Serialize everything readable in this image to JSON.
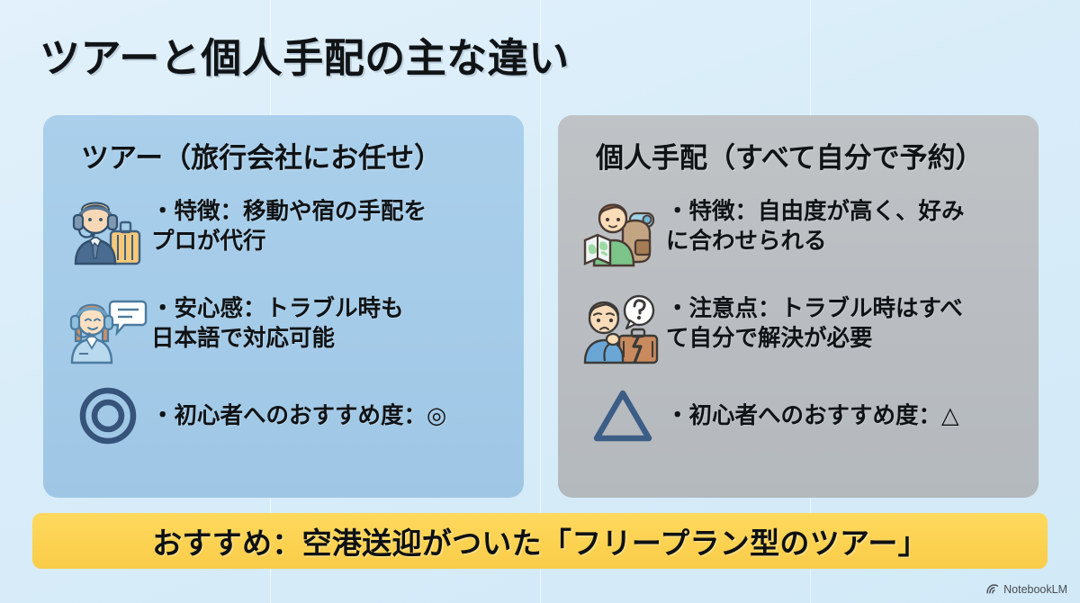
{
  "slide": {
    "title": "ツアーと個人手配の主な違い",
    "background_color": "#d9edf9"
  },
  "panels": [
    {
      "id": "tour",
      "title": "ツアー（旅行会社にお任せ）",
      "background_color": "#a4cbe8",
      "items": [
        {
          "icon": "travel-agent-with-suitcase-icon",
          "text": "・特徴：移動や宿の手配を\nプロが代行"
        },
        {
          "icon": "support-operator-with-chat-bubble-icon",
          "text": "・安心感：トラブル時も\n日本語で対応可能"
        },
        {
          "icon": "double-circle-icon",
          "text": "・初心者へのおすすめ度：◎"
        }
      ]
    },
    {
      "id": "independent",
      "title": "個人手配（すべて自分で予約）",
      "background_color": "#b9bdc1",
      "items": [
        {
          "icon": "backpacker-with-map-icon",
          "text": "・特徴：自由度が高く、好み\nに合わせられる"
        },
        {
          "icon": "worried-traveler-with-broken-suitcase-icon",
          "text": "・注意点：トラブル時はすべ\nて自分で解決が必要"
        },
        {
          "icon": "triangle-outline-icon",
          "text": "・初心者へのおすすめ度：△"
        }
      ]
    }
  ],
  "banner": {
    "text": "おすすめ：空港送迎がついた「フリープラン型のツアー」",
    "background_color": "#fcd251"
  },
  "watermark": {
    "label": "NotebookLM",
    "icon": "notebooklm-logo-icon"
  }
}
